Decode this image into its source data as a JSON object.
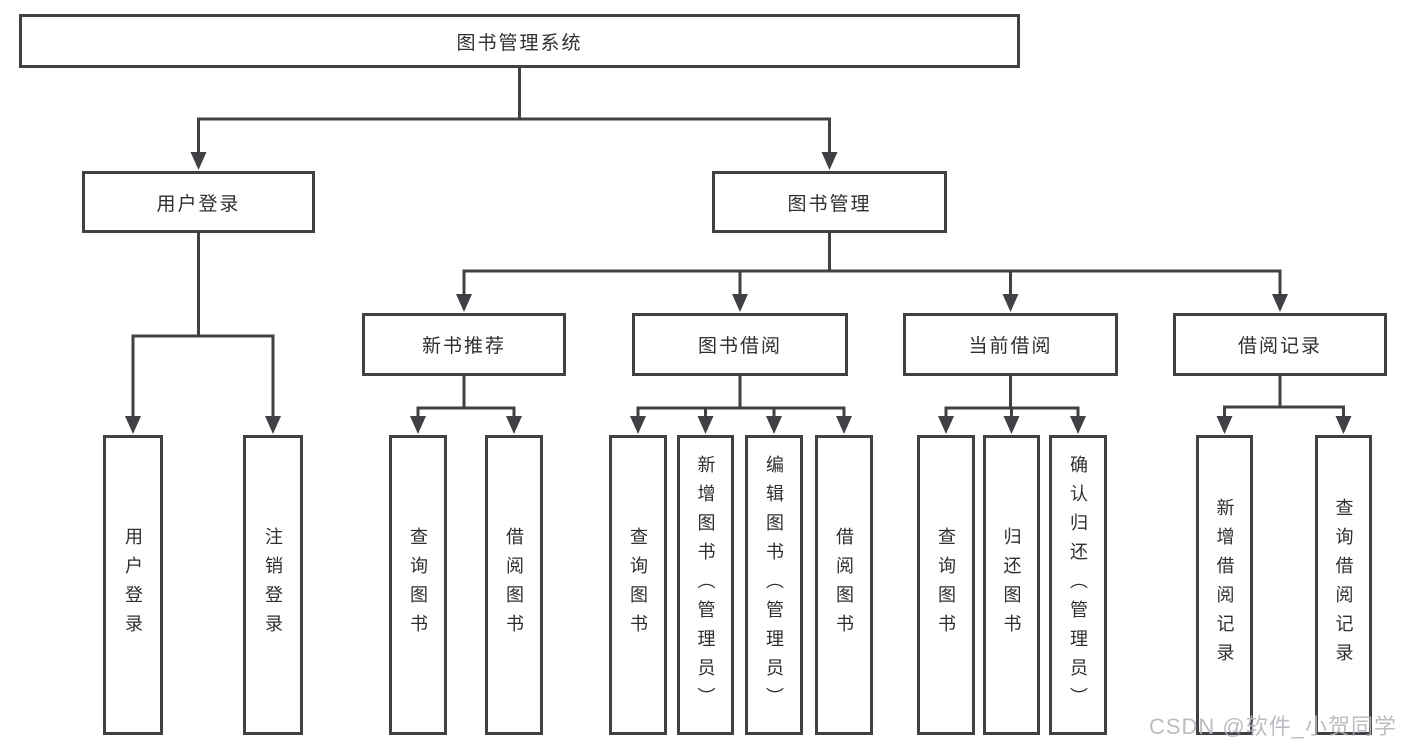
{
  "tree": {
    "root": {
      "label": "图书管理系统",
      "children": [
        {
          "label": "用户登录",
          "children": [
            {
              "label": "用户登录"
            },
            {
              "label": "注销登录"
            }
          ]
        },
        {
          "label": "图书管理",
          "children": [
            {
              "label": "新书推荐",
              "children": [
                {
                  "label": "查询图书"
                },
                {
                  "label": "借阅图书"
                }
              ]
            },
            {
              "label": "图书借阅",
              "children": [
                {
                  "label": "查询图书"
                },
                {
                  "label": "新增图书（管理员）"
                },
                {
                  "label": "编辑图书（管理员）"
                },
                {
                  "label": "借阅图书"
                }
              ]
            },
            {
              "label": "当前借阅",
              "children": [
                {
                  "label": "查询图书"
                },
                {
                  "label": "归还图书"
                },
                {
                  "label": "确认归还（管理员）"
                }
              ]
            },
            {
              "label": "借阅记录",
              "children": [
                {
                  "label": "新增借阅记录"
                },
                {
                  "label": "查询借阅记录"
                }
              ]
            }
          ]
        }
      ]
    }
  },
  "watermark": {
    "text": "CSDN @软件_小贺同学"
  },
  "colors": {
    "line": "#3f4145",
    "text": "#2e2f33",
    "watermark": "#b3b6bb",
    "background": "#ffffff"
  }
}
